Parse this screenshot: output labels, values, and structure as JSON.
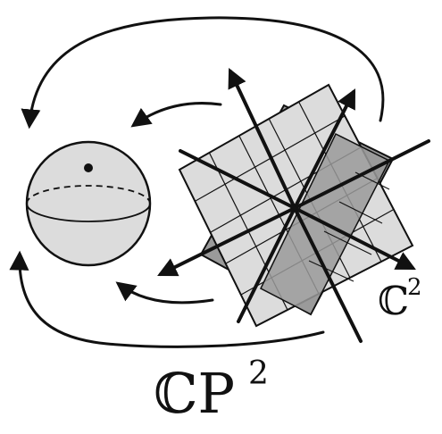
{
  "labels": {
    "cp2_base": "ℂP",
    "cp2_exp": "2",
    "c2_base": "ℂ",
    "c2_exp": "2"
  },
  "colors": {
    "ink": "#111111",
    "plane_light": "#dcdcdc",
    "plane_dark": "#9a9a9a",
    "sphere_fill": "#dcdcdc",
    "background": "#ffffff"
  },
  "icons": {
    "arrowhead": "filled-triangle-arrowhead",
    "point": "north-pole-dot"
  }
}
